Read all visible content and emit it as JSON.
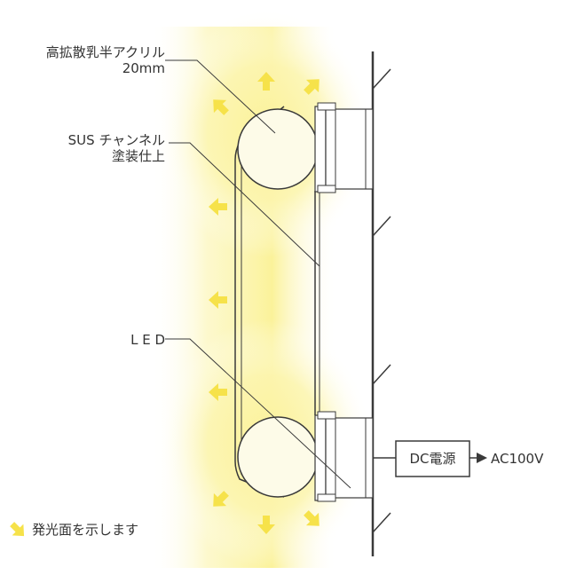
{
  "labels": {
    "diffuser_line1": "高拡散乳半アクリル",
    "diffuser_line2": "20mm",
    "channel_line1": "SUS チャンネル",
    "channel_line2": "塗装仕上",
    "led": "L E D",
    "power_box": "DC電源",
    "power_input": "AC100V",
    "legend": "発光面を示します"
  },
  "colors": {
    "glow": "#fbf29a",
    "arrow": "#f6e24a",
    "line": "#3a3a3a",
    "text": "#333333"
  }
}
